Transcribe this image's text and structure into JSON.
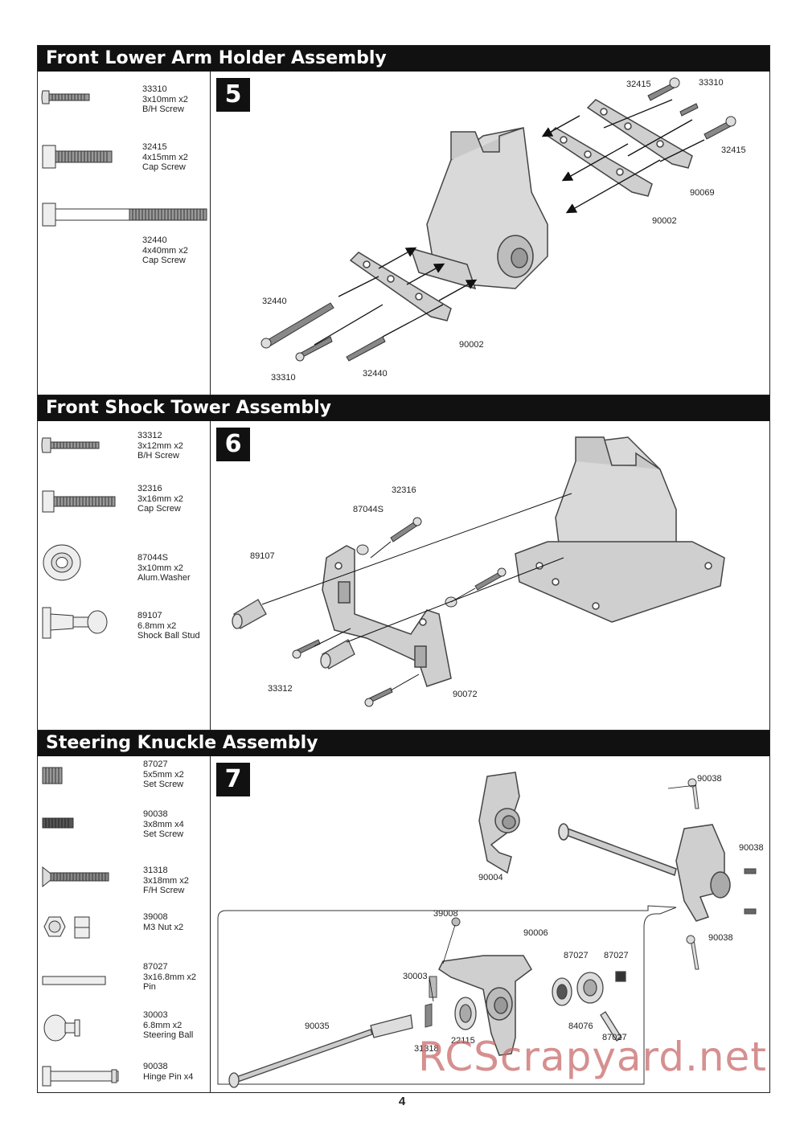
{
  "page_number": "4",
  "watermark": "RCScrapyard.net",
  "sections": [
    {
      "title": "Front Lower Arm Holder Assembly",
      "step": "5",
      "parts": [
        {
          "part_no": "33310",
          "spec": "3x10mm x2",
          "desc": "B/H Screw",
          "icon": "button-head-screw-icon"
        },
        {
          "part_no": "32415",
          "spec": "4x15mm x2",
          "desc": "Cap Screw",
          "icon": "cap-screw-icon"
        },
        {
          "part_no": "32440",
          "spec": "4x40mm x2",
          "desc": "Cap Screw",
          "icon": "long-cap-screw-icon"
        }
      ],
      "callouts": [
        "32415",
        "33310",
        "32415",
        "90069",
        "90002",
        "32440",
        "90002",
        "33310",
        "32440"
      ]
    },
    {
      "title": "Front Shock Tower Assembly",
      "step": "6",
      "parts": [
        {
          "part_no": "33312",
          "spec": "3x12mm x2",
          "desc": "B/H Screw",
          "icon": "button-head-screw-icon"
        },
        {
          "part_no": "32316",
          "spec": "3x16mm x2",
          "desc": "Cap Screw",
          "icon": "cap-screw-icon"
        },
        {
          "part_no": "87044S",
          "spec": "3x10mm x2",
          "desc": "Alum.Washer",
          "icon": "washer-icon"
        },
        {
          "part_no": "89107",
          "spec": "6.8mm x2",
          "desc": "Shock Ball Stud",
          "icon": "ball-stud-icon"
        }
      ],
      "callouts": [
        "32316",
        "87044S",
        "89107",
        "33312",
        "90072"
      ]
    },
    {
      "title": "Steering Knuckle Assembly",
      "step": "7",
      "parts": [
        {
          "part_no": "87027",
          "spec": "5x5mm x2",
          "desc": "Set Screw",
          "icon": "set-screw-icon"
        },
        {
          "part_no": "90038",
          "spec": "3x8mm x4",
          "desc": "Set Screw",
          "icon": "set-screw-icon"
        },
        {
          "part_no": "31318",
          "spec": "3x18mm x2",
          "desc": "F/H Screw",
          "icon": "flat-head-screw-icon"
        },
        {
          "part_no": "39008",
          "spec": "M3 Nut x2",
          "desc": "",
          "icon": "nut-icon"
        },
        {
          "part_no": "87027",
          "spec": "3x16.8mm x2",
          "desc": "Pin",
          "icon": "pin-icon"
        },
        {
          "part_no": "30003",
          "spec": "6.8mm x2",
          "desc": "Steering Ball",
          "icon": "steering-ball-icon"
        },
        {
          "part_no": "90038",
          "spec": "Hinge Pin x4",
          "desc": "",
          "icon": "hinge-pin-icon"
        }
      ],
      "callouts": [
        "90038",
        "90038",
        "90004",
        "90038",
        "39008",
        "90006",
        "87027",
        "87027",
        "30003",
        "90035",
        "31318",
        "22115",
        "84076",
        "87027"
      ]
    }
  ]
}
